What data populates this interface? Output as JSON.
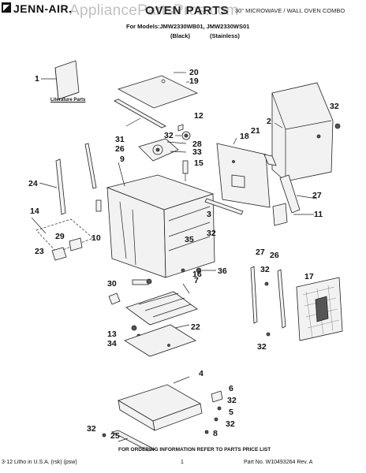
{
  "header": {
    "brand": "JENN-AIR.",
    "watermark": "AppliancePartsPros.com",
    "title": "OVEN PARTS",
    "subtitle": "30\" MICROWAVE / WALL OVEN COMBO",
    "models_line": "For Models:JMW2330WB01, JMW2330WS01",
    "variant_black": "(Black)",
    "variant_stainless": "(Stainless)"
  },
  "literature_label": "Literature Parts",
  "callouts": {
    "c1": "1",
    "c20": "20",
    "c19": "19",
    "c32a": "32",
    "c2": "2",
    "c12": "12",
    "c32b": "32",
    "c21": "21",
    "c31": "31",
    "c26a": "26",
    "c28": "28",
    "c33": "33",
    "c18": "18",
    "c9": "9",
    "c15": "15",
    "c24": "24",
    "c27": "27",
    "c14": "14",
    "c3": "3",
    "c11": "11",
    "c32c": "32",
    "c29": "29",
    "c10": "10",
    "c23": "23",
    "c35": "35",
    "c27b": "27",
    "c26b": "26",
    "c32d": "32",
    "c17": "17",
    "c30": "30",
    "c16": "16",
    "c36": "36",
    "c7": "7",
    "c22": "22",
    "c13": "13",
    "c34": "34",
    "c32e": "32",
    "c4": "4",
    "c6": "6",
    "c32f": "32",
    "c5": "5",
    "c32g": "32",
    "c8": "8",
    "c25": "25",
    "c32h": "32"
  },
  "footer": {
    "order_info": "FOR ORDERING INFORMATION REFER TO PARTS PRICE LIST",
    "litho": "3-12 Litho in U.S.A. (rsk) (psw)",
    "page": "1",
    "part_no": "Part No. W10493264 Rev. A"
  }
}
